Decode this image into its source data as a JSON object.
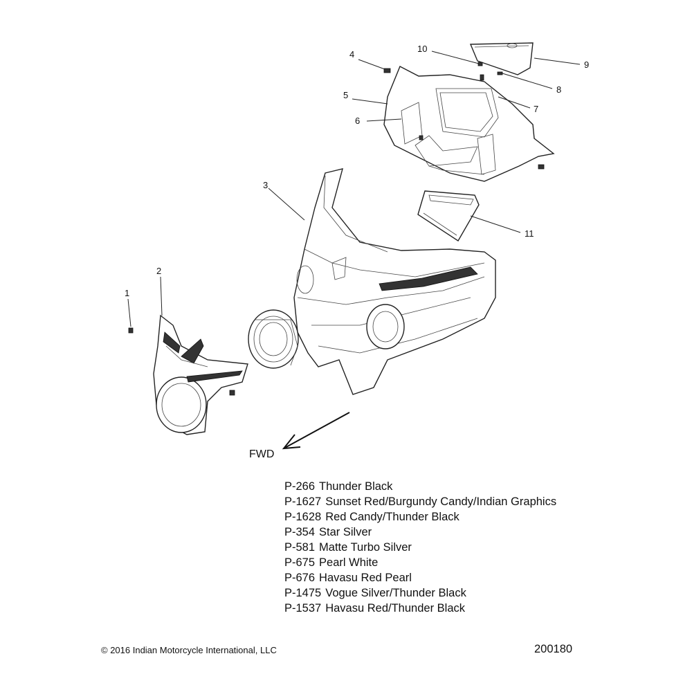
{
  "callouts": [
    {
      "id": "1",
      "label": "1"
    },
    {
      "id": "2",
      "label": "2"
    },
    {
      "id": "3",
      "label": "3"
    },
    {
      "id": "4",
      "label": "4"
    },
    {
      "id": "5",
      "label": "5"
    },
    {
      "id": "6",
      "label": "6"
    },
    {
      "id": "7",
      "label": "7"
    },
    {
      "id": "8",
      "label": "8"
    },
    {
      "id": "9",
      "label": "9"
    },
    {
      "id": "10",
      "label": "10"
    },
    {
      "id": "11",
      "label": "11"
    }
  ],
  "direction_label": "FWD",
  "paint_codes": [
    {
      "code": "P-266",
      "name": "Thunder Black"
    },
    {
      "code": "P-1627",
      "name": "Sunset Red/Burgundy Candy/Indian Graphics"
    },
    {
      "code": "P-1628",
      "name": "Red Candy/Thunder Black"
    },
    {
      "code": "P-354",
      "name": "Star Silver"
    },
    {
      "code": "P-581",
      "name": "Matte Turbo Silver"
    },
    {
      "code": "P-675",
      "name": "Pearl White"
    },
    {
      "code": "P-676",
      "name": "Havasu Red Pearl"
    },
    {
      "code": "P-1475",
      "name": "Vogue Silver/Thunder Black"
    },
    {
      "code": "P-1537",
      "name": "Havasu Red/Thunder Black"
    }
  ],
  "copyright": "© 2016 Indian Motorcycle International, LLC",
  "doc_number": "200180"
}
